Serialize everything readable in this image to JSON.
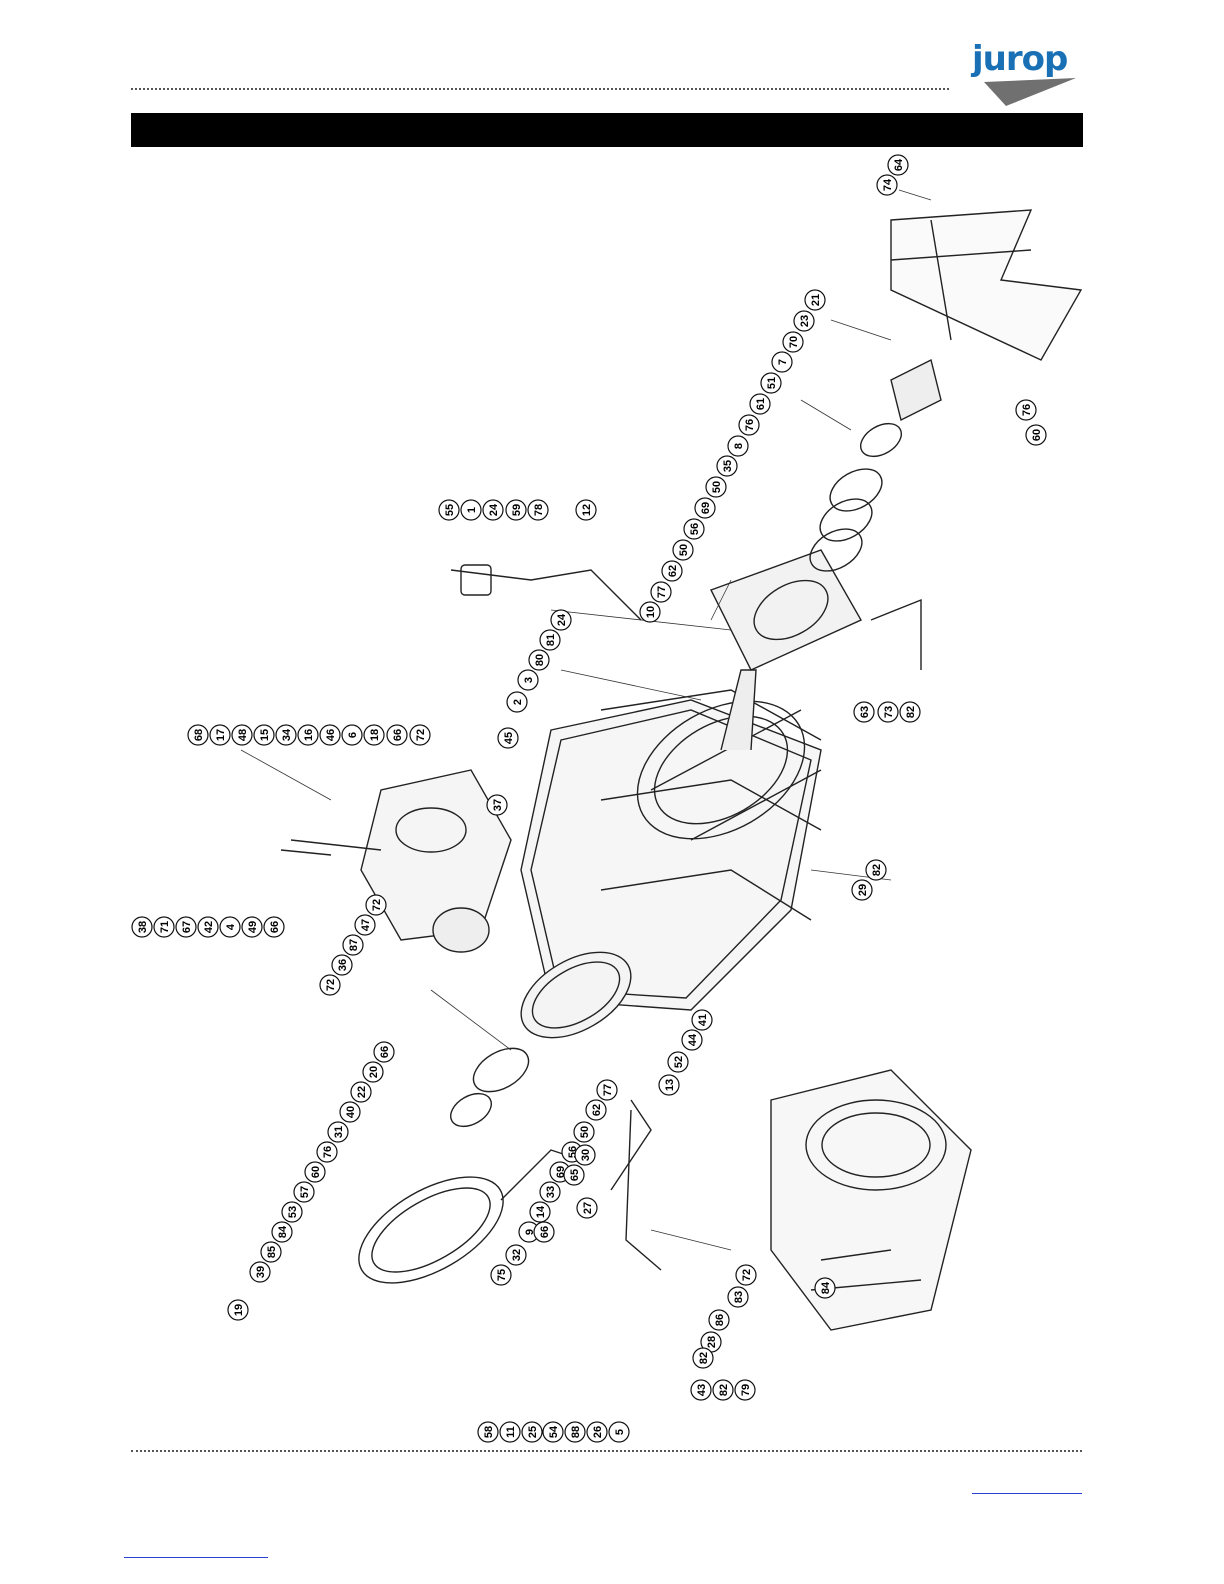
{
  "brand": {
    "logo_text": "jurop",
    "logo_color": "#1a70b5",
    "swoosh_color": "#707070"
  },
  "title_bar": {
    "color": "#000000"
  },
  "diagram": {
    "callouts": [
      "74",
      "64",
      "21",
      "23",
      "70",
      "7",
      "51",
      "61",
      "76",
      "8",
      "35",
      "50",
      "69",
      "56",
      "50",
      "62",
      "77",
      "10",
      "55",
      "1",
      "24",
      "59",
      "78",
      "12",
      "24",
      "81",
      "80",
      "3",
      "2",
      "45",
      "68",
      "17",
      "48",
      "15",
      "34",
      "16",
      "46",
      "6",
      "18",
      "66",
      "72",
      "37",
      "38",
      "71",
      "67",
      "42",
      "4",
      "49",
      "66",
      "72",
      "47",
      "87",
      "36",
      "72",
      "66",
      "20",
      "22",
      "40",
      "31",
      "76",
      "60",
      "57",
      "53",
      "84",
      "85",
      "39",
      "19",
      "76",
      "60",
      "63",
      "73",
      "82",
      "82",
      "29",
      "41",
      "44",
      "52",
      "13",
      "77",
      "62",
      "50",
      "56",
      "69",
      "33",
      "14",
      "9",
      "32",
      "75",
      "65",
      "30",
      "27",
      "66",
      "72",
      "83",
      "86",
      "28",
      "82",
      "58",
      "11",
      "25",
      "54",
      "88",
      "26",
      "5",
      "84",
      "43",
      "82",
      "79"
    ]
  }
}
